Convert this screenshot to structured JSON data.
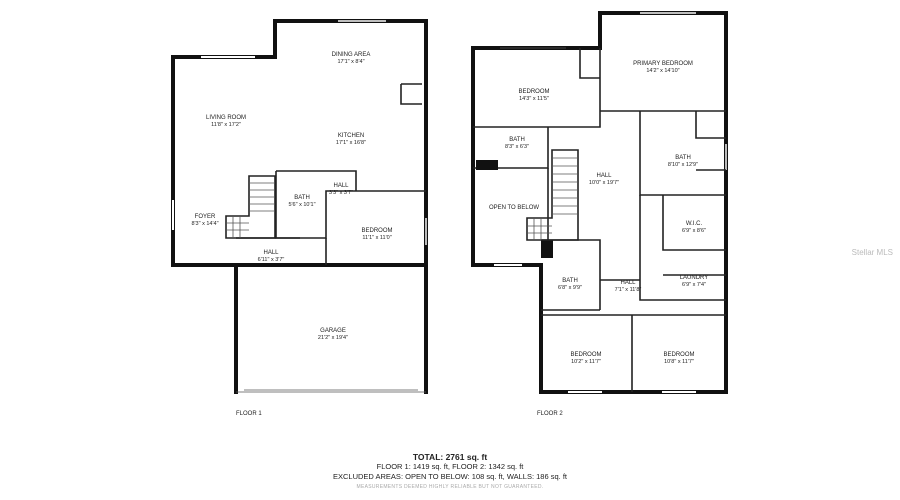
{
  "floor1": {
    "label": "FLOOR 1",
    "rooms": {
      "dining": {
        "name": "DINING AREA",
        "dim": "17'1\" x 8'4\""
      },
      "living": {
        "name": "LIVING ROOM",
        "dim": "11'8\" x 17'2\""
      },
      "kitchen": {
        "name": "KITCHEN",
        "dim": "17'1\" x 16'8\""
      },
      "bath": {
        "name": "BATH",
        "dim": "5'6\" x 10'1\""
      },
      "hall_small": {
        "name": "HALL",
        "dim": "3'3\" x 3'7\""
      },
      "foyer": {
        "name": "FOYER",
        "dim": "8'3\" x 14'4\""
      },
      "bedroom": {
        "name": "BEDROOM",
        "dim": "11'1\" x 11'0\""
      },
      "hall": {
        "name": "HALL",
        "dim": "6'11\" x 3'7\""
      },
      "garage": {
        "name": "GARAGE",
        "dim": "21'2\" x 19'4\""
      }
    }
  },
  "floor2": {
    "label": "FLOOR 2",
    "rooms": {
      "bedroom_nw": {
        "name": "BEDROOM",
        "dim": "14'3\" x 11'5\""
      },
      "primary": {
        "name": "PRIMARY BEDROOM",
        "dim": "14'2\" x 14'10\""
      },
      "bath_w": {
        "name": "BATH",
        "dim": "8'3\" x 6'3\""
      },
      "hall_main": {
        "name": "HALL",
        "dim": "10'0\" x 19'7\""
      },
      "bath_e": {
        "name": "BATH",
        "dim": "8'10\" x 12'9\""
      },
      "open": {
        "name": "OPEN TO BELOW",
        "dim": ""
      },
      "wic": {
        "name": "W.I.C.",
        "dim": "6'9\" x 8'6\""
      },
      "bath_s": {
        "name": "BATH",
        "dim": "6'8\" x 9'9\""
      },
      "hall_s": {
        "name": "HALL",
        "dim": "7'1\" x 11'8\""
      },
      "laundry": {
        "name": "LAUNDRY",
        "dim": "6'9\" x 7'4\""
      },
      "bedroom_sw": {
        "name": "BEDROOM",
        "dim": "10'2\" x 11'7\""
      },
      "bedroom_se": {
        "name": "BEDROOM",
        "dim": "10'8\" x 11'7\""
      }
    }
  },
  "footer": {
    "total": "TOTAL: 2761 sq. ft",
    "floors": "FLOOR 1: 1419 sq. ft, FLOOR 2: 1342 sq. ft",
    "excluded": "EXCLUDED AREAS: OPEN TO BELOW: 108 sq. ft, WALLS: 186 sq. ft",
    "disclaimer": "MEASUREMENTS DEEMED HIGHLY RELIABLE BUT NOT GUARANTEED."
  },
  "watermark": "Stellar MLS"
}
